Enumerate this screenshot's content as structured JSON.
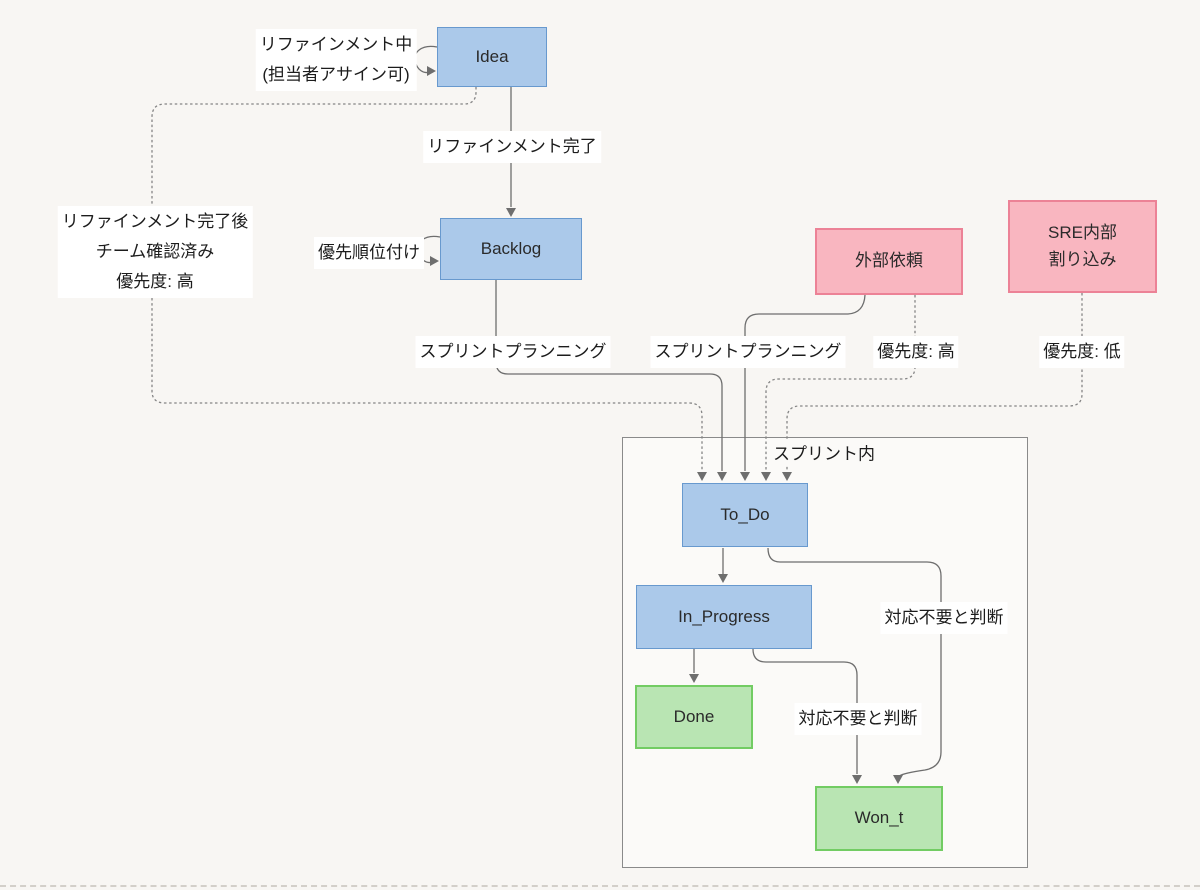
{
  "diagram": {
    "type": "state-flow-diagram",
    "background_color": "#f8f6f3",
    "colors": {
      "blue_node_fill": "#abc9ea",
      "blue_node_stroke": "#6899ce",
      "pink_node_fill": "#f9b6c0",
      "pink_node_stroke": "#ec8296",
      "green_node_fill": "#b9e5b3",
      "green_node_stroke": "#72cc63",
      "edge_solid": "#6e6e6e",
      "edge_dotted": "#858585",
      "cluster_border": "#8a8a8a",
      "label_background": "#ffffff"
    },
    "nodes": {
      "idea": {
        "label": "Idea"
      },
      "backlog": {
        "label": "Backlog"
      },
      "external_request": {
        "label": "外部依頼"
      },
      "sre_interrupt": {
        "line1": "SRE内部",
        "line2": "割り込み"
      },
      "todo": {
        "label": "To_Do"
      },
      "in_progress": {
        "label": "In_Progress"
      },
      "done": {
        "label": "Done"
      },
      "wont": {
        "label": "Won_t"
      }
    },
    "cluster": {
      "label": "スプリント内"
    },
    "edge_labels": {
      "refining_line1": "リファインメント中",
      "refining_line2": "(担当者アサイン可)",
      "refinement_complete": "リファインメント完了",
      "prioritization": "優先順位付け",
      "after_refinement_line1": "リファインメント完了後",
      "after_refinement_line2": "チーム確認済み",
      "after_refinement_line3": "優先度: 高",
      "sprint_planning_1": "スプリントプランニング",
      "sprint_planning_2": "スプリントプランニング",
      "priority_high": "優先度: 高",
      "priority_low": "優先度: 低",
      "no_action_needed_1": "対応不要と判断",
      "no_action_needed_2": "対応不要と判断"
    }
  }
}
